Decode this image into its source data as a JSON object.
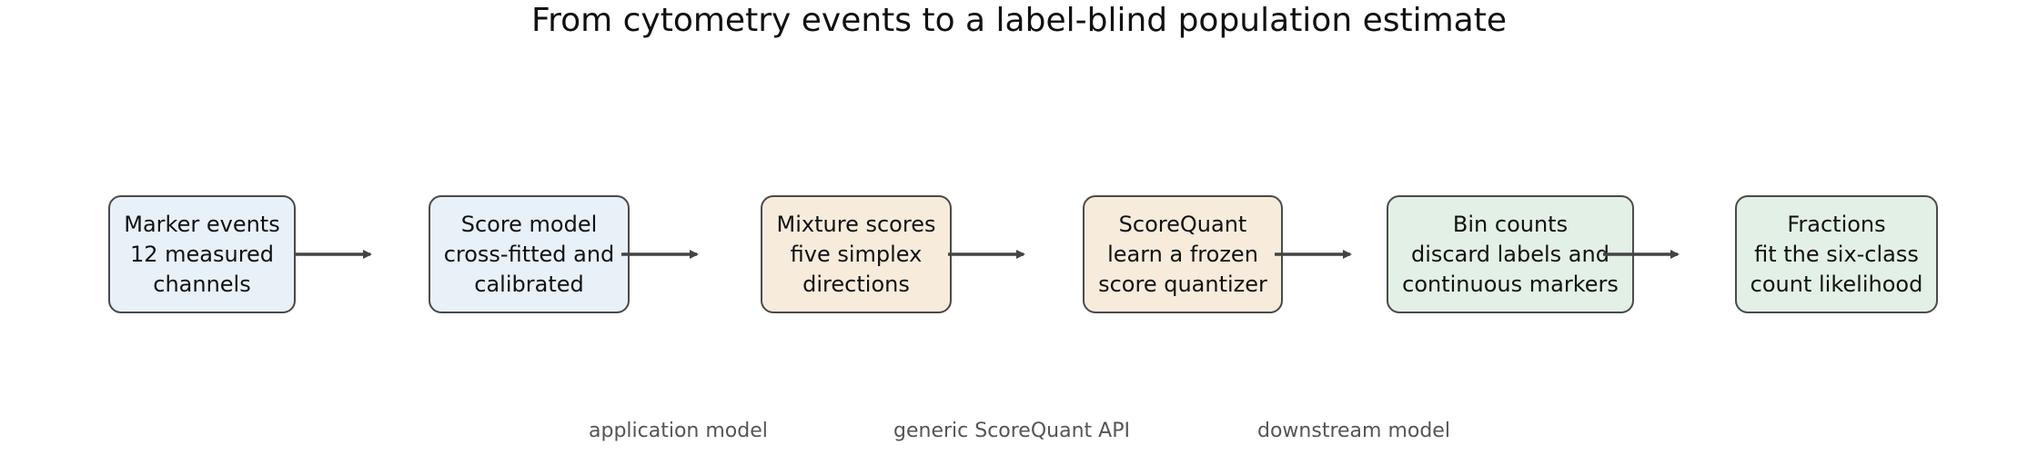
{
  "title": "From cytometry events to a label-blind population estimate",
  "colors": {
    "blue_fill": "#e8f0f8",
    "orange_fill": "#f7ebdb",
    "green_fill": "#e3f0e5",
    "border": "#4a4a4a",
    "arrow": "#444444",
    "footer_text": "#555555"
  },
  "boxes": [
    {
      "lines": [
        "Marker events",
        "12 measured",
        "channels"
      ],
      "fill": "blue"
    },
    {
      "lines": [
        "Score model",
        "cross-fitted and",
        "calibrated"
      ],
      "fill": "blue"
    },
    {
      "lines": [
        "Mixture scores",
        "five simplex",
        "directions"
      ],
      "fill": "orange"
    },
    {
      "lines": [
        "ScoreQuant",
        "learn a frozen",
        "score quantizer"
      ],
      "fill": "orange"
    },
    {
      "lines": [
        "Bin counts",
        "discard labels and",
        "continuous markers"
      ],
      "fill": "green"
    },
    {
      "lines": [
        "Fractions",
        "fit the six-class",
        "count likelihood"
      ],
      "fill": "green"
    }
  ],
  "footer": {
    "application": "application model",
    "generic": "generic ScoreQuant API",
    "downstream": "downstream model"
  }
}
